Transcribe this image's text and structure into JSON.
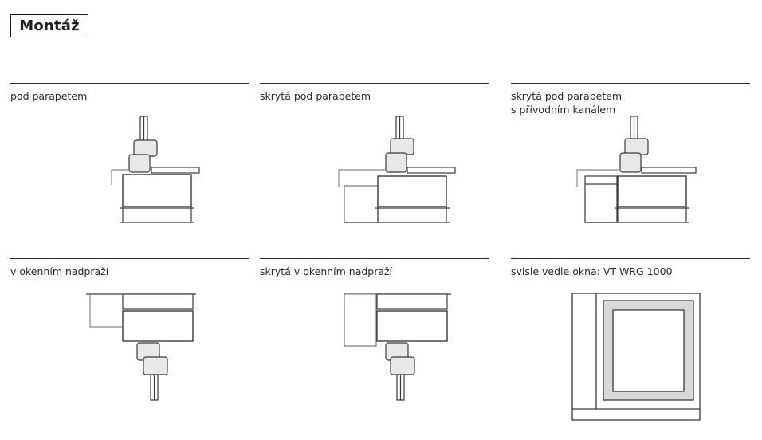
{
  "title": "Montáž",
  "panels": [
    {
      "label": "pod parapetem"
    },
    {
      "label": "skrytá pod parapetem"
    },
    {
      "label": "skrytá pod parapetem\ns přívodním kanálem"
    },
    {
      "label": "v okenním nadpraží"
    },
    {
      "label": "skrytá v okenním nadpraží"
    },
    {
      "label": "svisle vedle okna: VT WRG 1000"
    }
  ],
  "colors": {
    "line": "#3a3a3a",
    "light": "#999999",
    "fill_grey": "#d5d5d5",
    "rule": "#2a2a2a"
  }
}
